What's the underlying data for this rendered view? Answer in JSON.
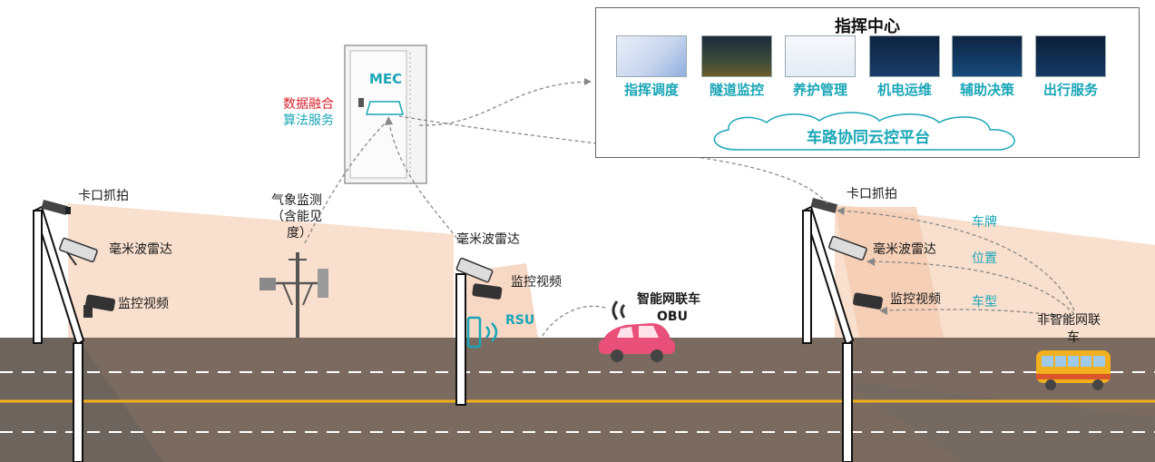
{
  "command_center": {
    "title": "指挥中心",
    "modules": [
      {
        "label": "指挥调度"
      },
      {
        "label": "隧道监控"
      },
      {
        "label": "养护管理"
      },
      {
        "label": "机电运维"
      },
      {
        "label": "辅助决策"
      },
      {
        "label": "出行服务"
      }
    ],
    "platform": "车路协同云控平台"
  },
  "mec": {
    "label": "MEC",
    "functions": [
      "数据融合",
      "算法服务"
    ]
  },
  "pole_left": {
    "labels": [
      "卡口抓拍",
      "毫米波雷达",
      "监控视频"
    ]
  },
  "weather": {
    "label": "气象监测（含能见度）",
    "lines": [
      "气象监测",
      "（含能见",
      "度）"
    ]
  },
  "pole_middle": {
    "labels": [
      "毫米波雷达",
      "监控视频"
    ],
    "rsu": "RSU"
  },
  "smart_car": {
    "label": "智能网联车",
    "obu": "OBU"
  },
  "pole_right": {
    "labels": [
      "卡口抓拍",
      "毫米波雷达",
      "监控视频"
    ]
  },
  "detection_labels": [
    "车牌",
    "位置",
    "车型"
  ],
  "normal_vehicle": {
    "lines": [
      "非智能网联",
      "车"
    ]
  },
  "colors": {
    "road": "#7a6a5f",
    "beam": "#f7d9c6",
    "teal": "#1aa6b7",
    "red_text": "#d6232d",
    "car": "#e8507a",
    "bus": "#f2b01e"
  }
}
